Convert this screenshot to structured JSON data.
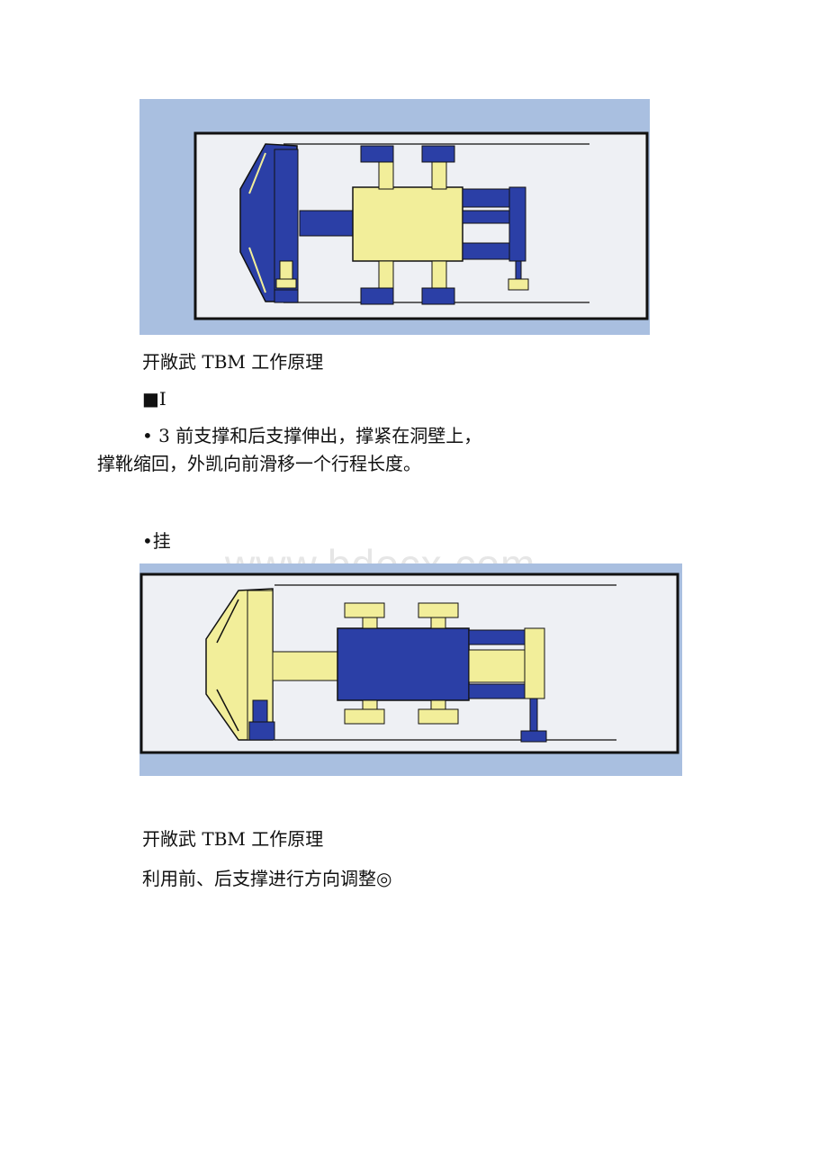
{
  "document": {
    "figure1": {
      "alt": "open-tbm-diagram-stage-1"
    },
    "caption1": "开敞武 TBM 工作原理",
    "marker1": "■I",
    "para1_line1": "• 3 前支撑和后支撑伸出，撑紧在洞壁上，",
    "para1_line2": "撑靴缩回，外凯向前滑移一个行程长度。",
    "marker2": "•挂",
    "watermark": "www.bdocx.com",
    "caption2": "开敞武 TBM 工作原理",
    "para2": "利用前、后支撑进行方向调整◎"
  },
  "colors": {
    "blue": "#2b3fa6",
    "yellow": "#f2ee9a",
    "frame_bg": "#a9bfe0",
    "inner_bg": "#eef0f4"
  }
}
